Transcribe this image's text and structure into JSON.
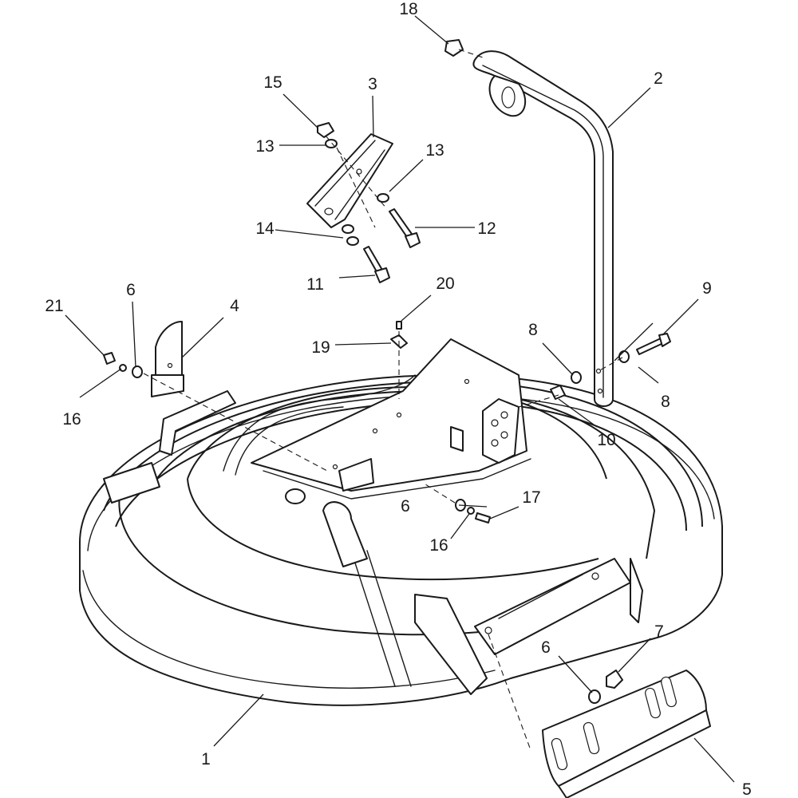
{
  "callouts": {
    "c1": "1",
    "c2": "2",
    "c3": "3",
    "c4": "4",
    "c5": "5",
    "c6a": "6",
    "c6b": "6",
    "c6c": "6",
    "c7": "7",
    "c8a": "8",
    "c8b": "8",
    "c9": "9",
    "c10": "10",
    "c11": "11",
    "c12": "12",
    "c13a": "13",
    "c13b": "13",
    "c14": "14",
    "c15": "15",
    "c16a": "16",
    "c16b": "16",
    "c17": "17",
    "c18": "18",
    "c19": "19",
    "c20": "20",
    "c21": "21"
  },
  "colors": {
    "line": "#1a1a1a",
    "background": "#ffffff"
  }
}
